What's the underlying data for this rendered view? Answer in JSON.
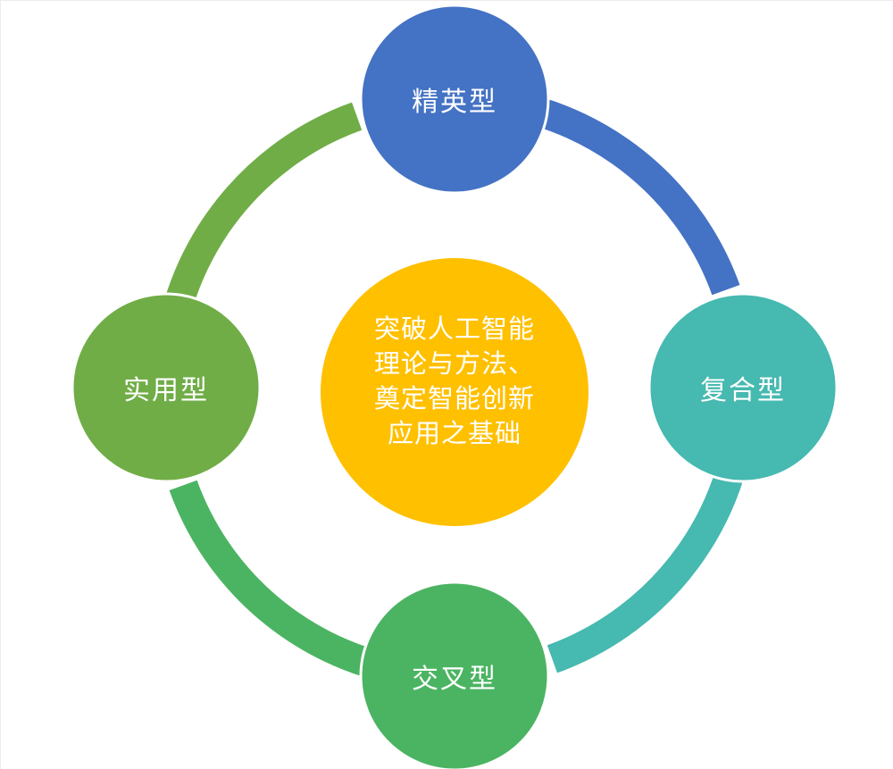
{
  "diagram": {
    "title_hint": "talent-cycle-diagram",
    "background_color": "#ffffff",
    "text_color": "#ffffff",
    "center": {
      "color": "#FFC000",
      "lines": [
        "突破人工智能",
        "理论与方法、",
        "奠定智能创新",
        "应用之基础"
      ]
    },
    "nodes": [
      {
        "id": "top",
        "label": "精英型",
        "color": "#4472C4"
      },
      {
        "id": "right",
        "label": "复合型",
        "color": "#46B9B0"
      },
      {
        "id": "bottom",
        "label": "交叉型",
        "color": "#4BB462"
      },
      {
        "id": "left",
        "label": "实用型",
        "color": "#70AD47"
      }
    ],
    "arcs": [
      {
        "id": "top-to-right",
        "from": "精英型",
        "to": "复合型"
      },
      {
        "id": "right-to-bottom",
        "from": "复合型",
        "to": "交叉型"
      },
      {
        "id": "bottom-to-left",
        "from": "交叉型",
        "to": "实用型"
      },
      {
        "id": "left-to-top",
        "from": "实用型",
        "to": "精英型"
      }
    ]
  }
}
